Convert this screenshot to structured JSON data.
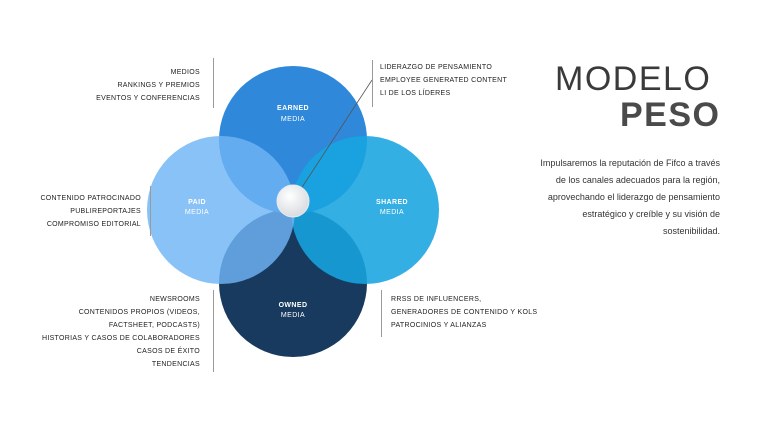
{
  "circles": {
    "earned": {
      "title": "EARNED",
      "sub": "MEDIA",
      "color": "#1f7fd6"
    },
    "paid": {
      "title": "PAID",
      "sub": "MEDIA",
      "color": "#6fb4f5"
    },
    "shared": {
      "title": "SHARED",
      "sub": "MEDIA",
      "color": "#18a4e0"
    },
    "owned": {
      "title": "OWNED",
      "sub": "MEDIA",
      "color": "#173a5e"
    }
  },
  "lists": {
    "earned": [
      "MEDIOS",
      "RANKINGS Y PREMIOS",
      "EVENTOS Y CONFERENCIAS"
    ],
    "thought": [
      "LIDERAZGO DE PENSAMIENTO",
      "EMPLOYEE GENERATED CONTENT",
      "LI DE LOS LÍDERES"
    ],
    "paid": [
      "CONTENIDO PATROCINADO",
      "PUBLIREPORTAJES",
      "COMPROMISO EDITORIAL"
    ],
    "owned": [
      "NEWSROOMS",
      "CONTENIDOS PROPIOS (VIDEOS,",
      "FACTSHEET, PODCASTS)",
      "HISTORIAS Y CASOS DE COLABORADORES",
      "CASOS DE ÉXITO",
      "TENDENCIAS"
    ],
    "shared": [
      "RRSS DE INFLUENCERS,",
      "GENERADORES DE CONTENIDO Y KOLS",
      "PATROCINIOS Y ALIANZAS"
    ]
  },
  "title": {
    "line1": "MODELO",
    "line2": "PESO"
  },
  "description": "Impulsaremos la reputación de Fifco a través de los canales adecuados para la región, aprovechando el liderazgo de pensamiento estratégico y creíble y su visión de sostenibilidad."
}
